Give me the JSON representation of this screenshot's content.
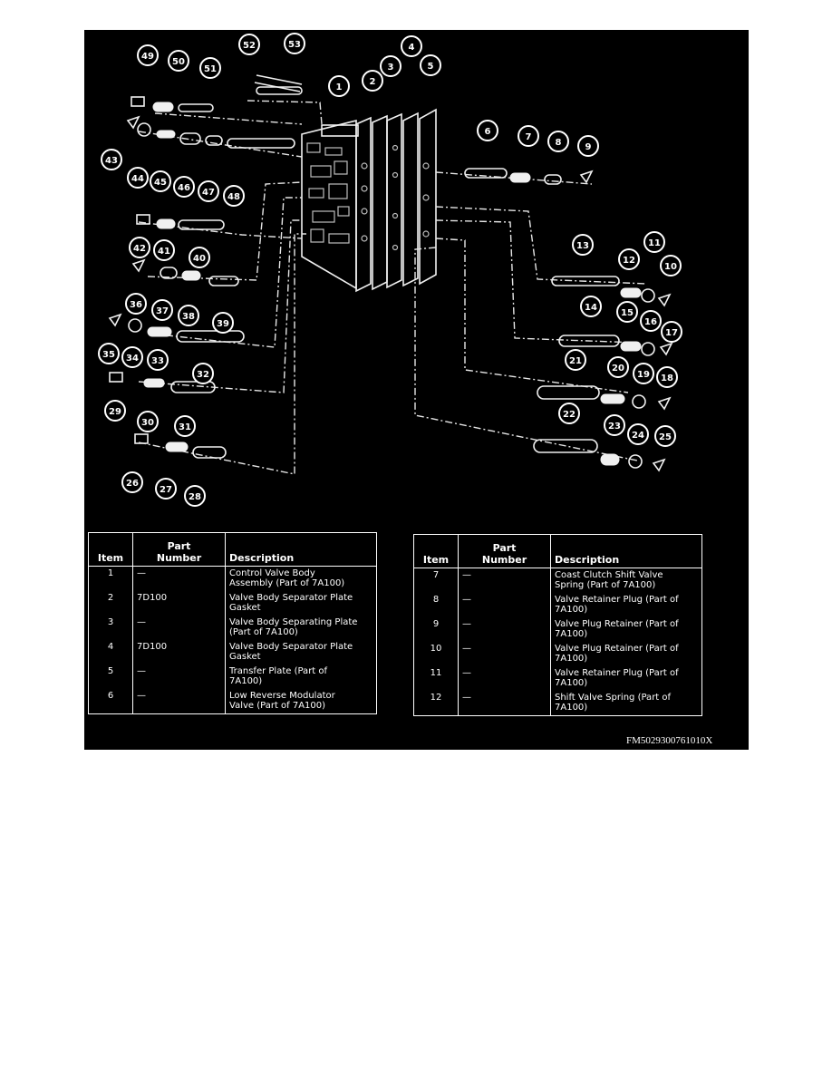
{
  "callouts": [
    "1",
    "2",
    "3",
    "4",
    "5",
    "6",
    "7",
    "8",
    "9",
    "10",
    "11",
    "12",
    "13",
    "14",
    "15",
    "16",
    "17",
    "18",
    "19",
    "20",
    "21",
    "22",
    "23",
    "24",
    "25",
    "26",
    "27",
    "28",
    "29",
    "30",
    "31",
    "32",
    "33",
    "34",
    "35",
    "36",
    "37",
    "38",
    "39",
    "40",
    "41",
    "42",
    "43",
    "44",
    "45",
    "46",
    "47",
    "48",
    "49",
    "50",
    "51",
    "52",
    "53"
  ],
  "table_left": {
    "headers": {
      "item": "Item",
      "part_number": "Part\nNumber",
      "description": "Description"
    },
    "rows": [
      {
        "item": "1",
        "part_number": "—",
        "description": "Control Valve Body\nAssembly (Part of 7A100)"
      },
      {
        "item": "2",
        "part_number": "7D100",
        "description": "Valve Body Separator Plate\nGasket"
      },
      {
        "item": "3",
        "part_number": "—",
        "description": "Valve Body Separating Plate\n(Part of 7A100)"
      },
      {
        "item": "4",
        "part_number": "7D100",
        "description": "Valve Body Separator Plate\nGasket"
      },
      {
        "item": "5",
        "part_number": "—",
        "description": "Transfer Plate (Part of\n7A100)"
      },
      {
        "item": "6",
        "part_number": "—",
        "description": "Low Reverse Modulator\nValve (Part of 7A100)"
      }
    ]
  },
  "table_right": {
    "headers": {
      "item": "Item",
      "part_number": "Part\nNumber",
      "description": "Description"
    },
    "rows": [
      {
        "item": "7",
        "part_number": "—",
        "description": "Coast Clutch Shift Valve\nSpring (Part of 7A100)"
      },
      {
        "item": "8",
        "part_number": "—",
        "description": "Valve Retainer Plug (Part of\n7A100)"
      },
      {
        "item": "9",
        "part_number": "—",
        "description": "Valve Plug Retainer (Part of\n7A100)"
      },
      {
        "item": "10",
        "part_number": "—",
        "description": "Valve Plug Retainer (Part of\n7A100)"
      },
      {
        "item": "11",
        "part_number": "—",
        "description": "Valve Retainer Plug (Part of\n7A100)"
      },
      {
        "item": "12",
        "part_number": "—",
        "description": "Shift Valve Spring (Part of\n7A100)"
      }
    ]
  },
  "figure_code": "FM5029300761010X"
}
